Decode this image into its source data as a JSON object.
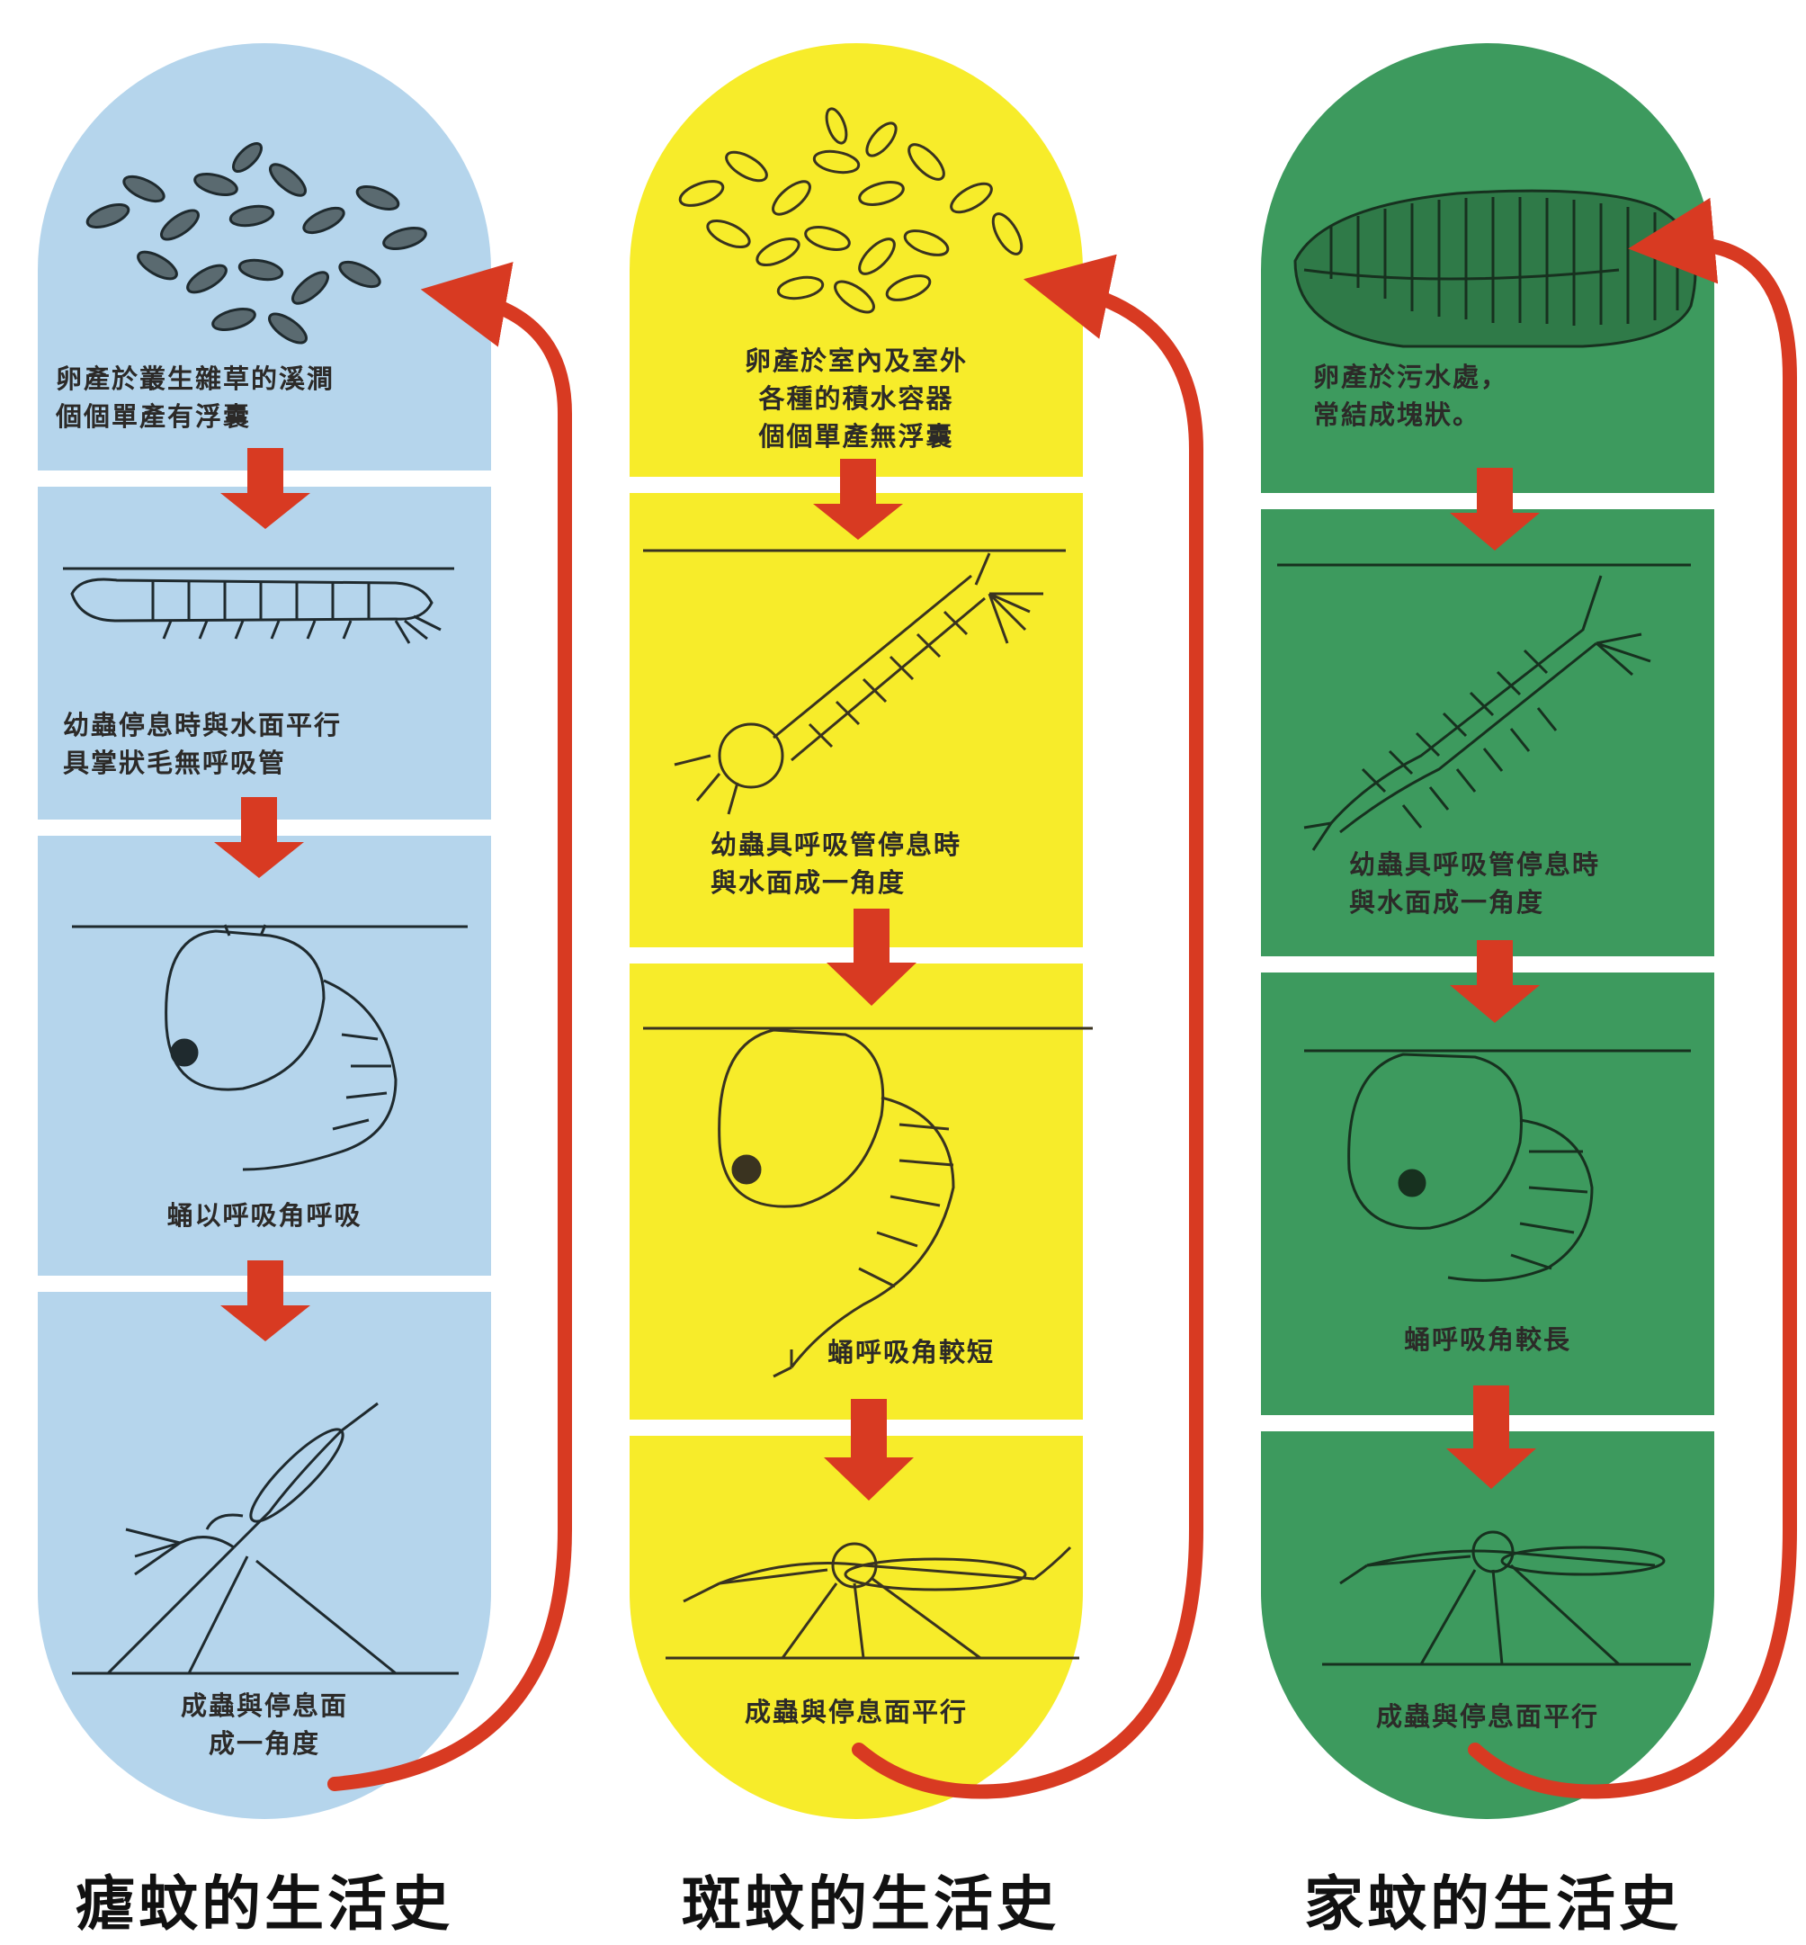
{
  "colors": {
    "anopheles": "#b5d5ec",
    "aedes": "#f7ec2a",
    "culex": "#3d9a5e",
    "arrow": "#d83a22",
    "ink": "#2c2a28"
  },
  "columns": [
    {
      "title": "瘧蚊的生活史",
      "stages": [
        {
          "caption": "卵產於叢生雜草的溪澗\n個個單產有浮囊"
        },
        {
          "caption": "幼蟲停息時與水面平行\n具掌狀毛無呼吸管"
        },
        {
          "caption": "蛹以呼吸角呼吸"
        },
        {
          "caption": "成蟲與停息面\n成一角度"
        }
      ]
    },
    {
      "title": "斑蚊的生活史",
      "stages": [
        {
          "caption": "卵產於室內及室外\n各種的積水容器\n個個單產無浮囊"
        },
        {
          "caption": "幼蟲具呼吸管停息時\n與水面成一角度"
        },
        {
          "caption": "蛹呼吸角較短"
        },
        {
          "caption": "成蟲與停息面平行"
        }
      ]
    },
    {
      "title": "家蚊的生活史",
      "stages": [
        {
          "caption": "卵產於污水處，\n常結成塊狀。"
        },
        {
          "caption": "幼蟲具呼吸管停息時\n與水面成一角度"
        },
        {
          "caption": "蛹呼吸角較長"
        },
        {
          "caption": "成蟲與停息面平行"
        }
      ]
    }
  ]
}
